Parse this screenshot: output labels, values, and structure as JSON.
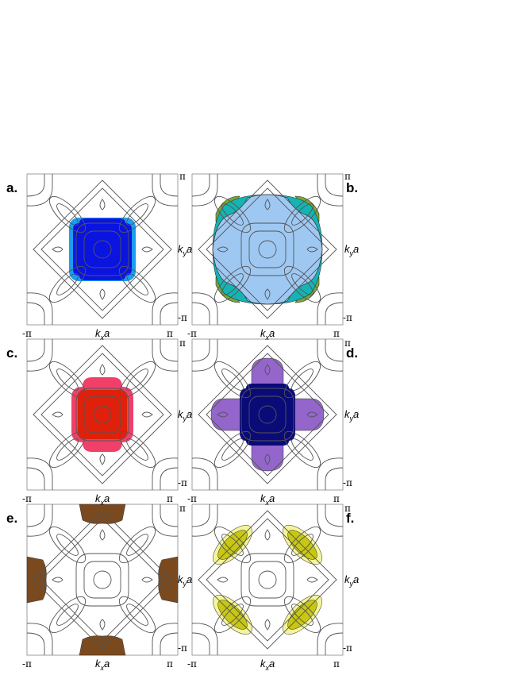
{
  "panels": [
    {
      "id": "a",
      "label": "a.",
      "xlabel": {
        "k": "k",
        "sub": "x",
        "a": "a"
      },
      "xticks": [
        "-π",
        "π"
      ]
    },
    {
      "id": "b",
      "label": "b.",
      "ylabel": {
        "k": "k",
        "sub": "y",
        "a": "a"
      },
      "yticks": [
        "π",
        "-π"
      ],
      "xticks": [
        "π"
      ]
    },
    {
      "id": "c",
      "label": "c.",
      "xlabel": {
        "k": "k",
        "sub": "x",
        "a": "a"
      },
      "xticks": [
        "-π",
        "π"
      ]
    },
    {
      "id": "d",
      "label": "d.",
      "ylabel": {
        "k": "k",
        "sub": "y",
        "a": "a"
      },
      "yticks": [
        "π",
        "-π"
      ],
      "xticks": [
        "π"
      ]
    },
    {
      "id": "e",
      "label": "e.",
      "xlabel": {
        "k": "k",
        "sub": "x",
        "a": "a"
      },
      "xticks": [
        "-π",
        "π"
      ]
    },
    {
      "id": "f",
      "label": "f.",
      "ylabel": {
        "k": "k",
        "sub": "y",
        "a": "a"
      },
      "yticks": [
        "π",
        "-π"
      ],
      "xticks": [
        "π"
      ]
    }
  ],
  "colors": {
    "contour": "#555555",
    "a_outer": "#1a9cf0",
    "a_inner": "#0a14e0",
    "b_green": "#7aa63a",
    "b_cyan": "#14b4b4",
    "b_blue": "#9ec8f2",
    "c_outer": "#f0406a",
    "c_inner": "#e0200a",
    "d_purple": "#9466cc",
    "d_navy": "#0a0a78",
    "e_brown": "#7a4a1e",
    "f_pale": "#f4f49a",
    "f_olive": "#c8c814"
  }
}
